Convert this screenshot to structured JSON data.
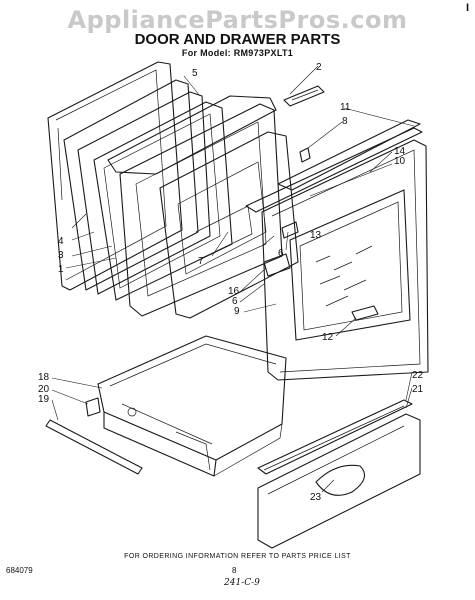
{
  "watermark": "AppliancePartsPros.com",
  "corner_mark": "I",
  "title": "DOOR AND DRAWER PARTS",
  "model_line": "For Model: RM973PXLT1",
  "footer_note": "FOR ORDERING INFORMATION REFER TO PARTS PRICE LIST",
  "doc_number": "684079",
  "page_number": "8",
  "revision_mark": "241-C-9",
  "callouts": {
    "c1": "1",
    "c2": "2",
    "c3": "3",
    "c4": "4",
    "c5": "5",
    "c6": "6",
    "c7": "7",
    "c8": "8",
    "c9": "9",
    "c10": "10",
    "c11": "11",
    "c12": "12",
    "c13": "13",
    "c14": "14",
    "c16": "16",
    "c18": "18",
    "c19": "19",
    "c20": "20",
    "c21": "21",
    "c22": "22",
    "c23": "23"
  }
}
